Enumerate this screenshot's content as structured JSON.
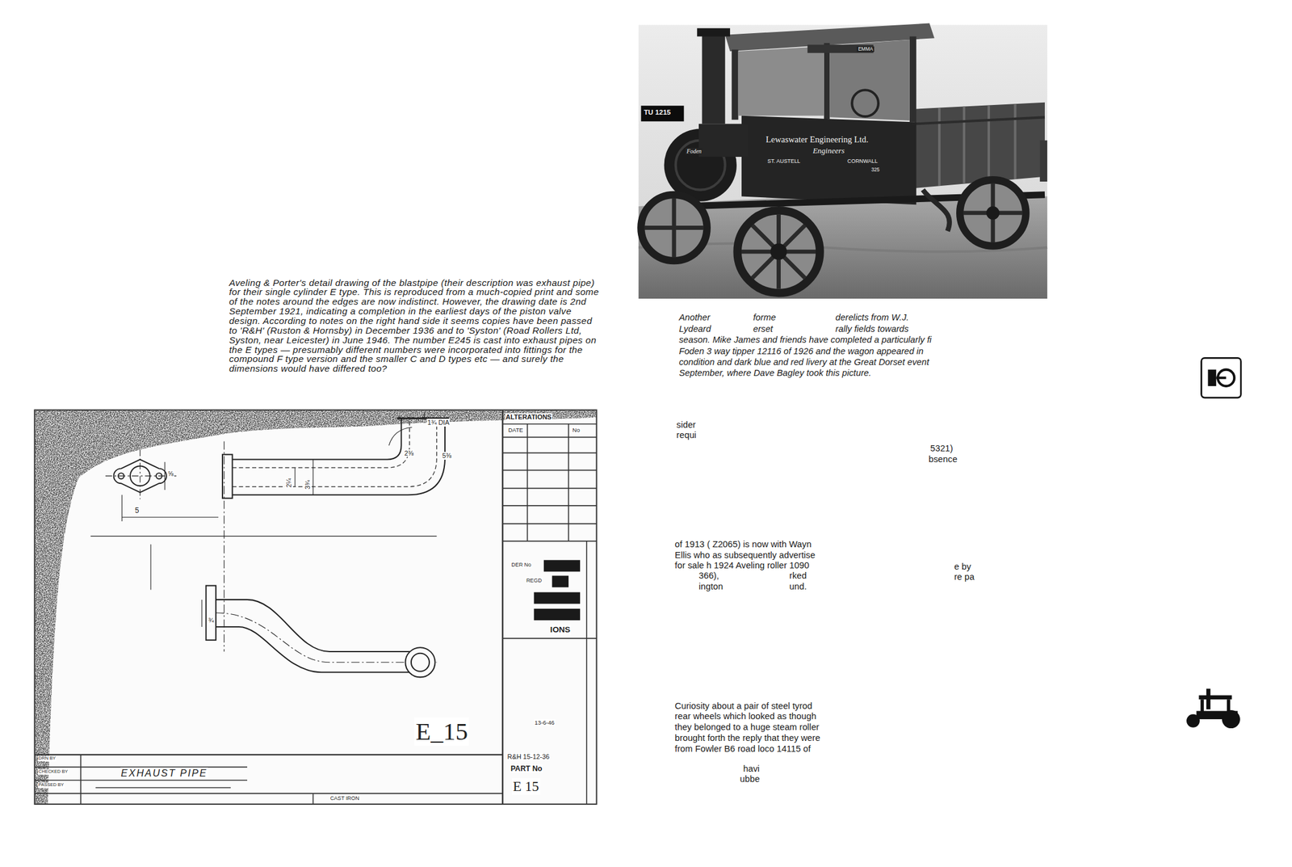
{
  "diagram": {
    "caption": "Aveling & Porter's detail drawing of the blastpipe (their description was exhaust pipe) for their single cylinder E type. This is reproduced from a much-copied print and some of the notes around the edges are now indistinct. However, the drawing date is 2nd September 1921, indicating a completion in the earliest days of the piston valve design. According to notes on the right hand side it seems copies have been passed to 'R&H' (Ruston & Hornsby) in December 1936 and to 'Syston' (Road Rollers Ltd, Syston, near Leicester) in June 1946. The number E245 is cast into exhaust pipes on the E types — presumably different numbers were incorporated into fittings for the compound F type version and the smaller C and D types etc — and surely the dimensions would have differed too?",
    "labels": [
      "Another",
      "forme",
      "derelicts from W.J.",
      "Lydeard",
      "erset",
      "rally fields towards",
      "season. Mike James and friends have completed a particularly fi",
      "Foden 3 way tipper 12116 of 1926 and the wagon appeared in",
      "condition and dark blue and red livery at the Great Dorset event",
      "September, where Dave Bagley took this picture.",
      "sider",
      "requi",
      "5321)",
      "bsence",
      "of 1913 ( Z2065) is now with Wayn",
      "Ellis who as subsequently advertise",
      "for sale h 1924 Aveling roller 1090",
      "366),",
      "rked",
      "ington",
      "und.",
      "e by",
      "re pa",
      "Curiosity about a pair of steel tyrod",
      "rear wheels which looked as though",
      "they belonged to a huge steam roller",
      "brought forth the reply that they were",
      "from Fowler B6 road loco 14115 of",
      "havi",
      "ubbe",
      "TU 1215",
      "Lewaswater Engineering Ltd.",
      "Engineers",
      "ST. AUSTELL",
      "CORNWALL",
      "325",
      "Foden",
      "EMMA",
      "ALTERATIONS",
      "DATE",
      "No",
      "DER No",
      "REGD",
      "IONS",
      "E_15",
      "13-6-46",
      "R&H 15-12-36",
      "PART No",
      "E 15",
      "DRN BY",
      "CHECKED BY",
      "PASSED BY",
      "EXHAUST PIPE",
      "CAST IRON",
      "⅝",
      "5",
      "1¾ DIA",
      "2⅜",
      "5⅜",
      "2¼",
      "3¾",
      "¾"
    ]
  }
}
